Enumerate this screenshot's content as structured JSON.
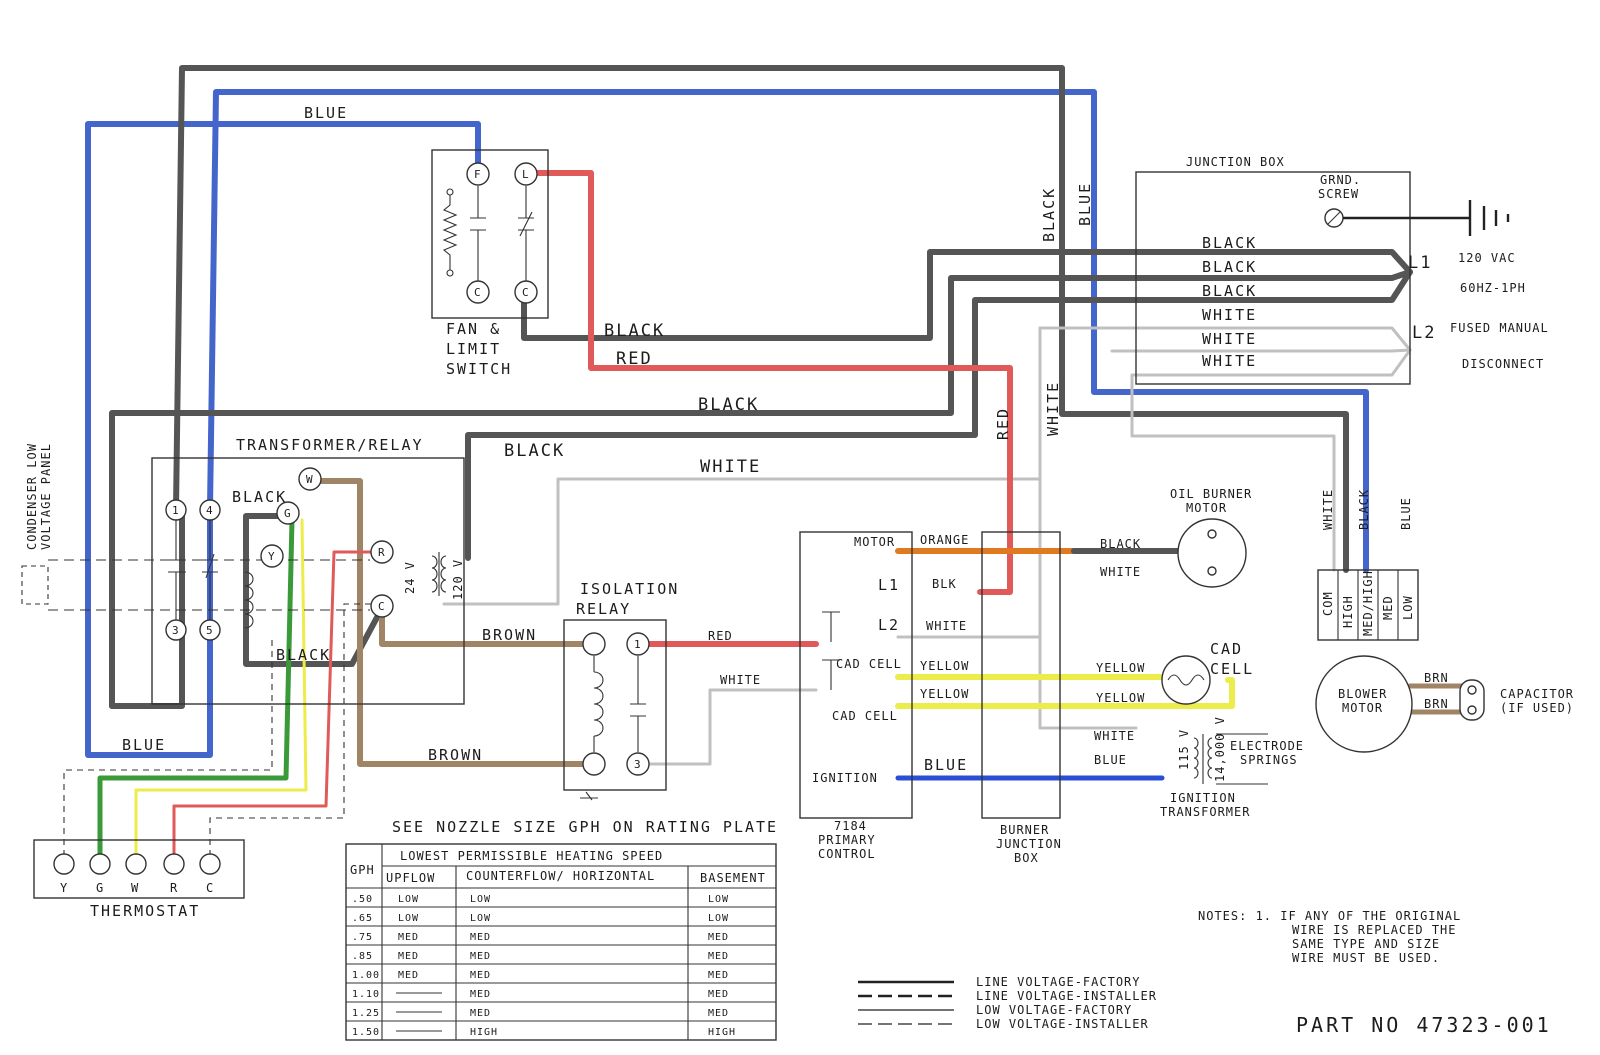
{
  "colors": {
    "blue": "#4466cc",
    "black": "#555555",
    "red": "#e05a5a",
    "brown": "#a08466",
    "orange": "#e07a20",
    "yellow": "#ecec4a",
    "white": "#c0c0c0",
    "green": "#3a9a3a",
    "bright_blue": "#2a4fd6"
  },
  "wire_labels": {
    "blue_top": "BLUE",
    "blue_bottom": "BLUE",
    "black_vertical": "BLACK",
    "blue_vertical": "BLUE",
    "black_fan": "BLACK",
    "red_fan": "RED",
    "black_mid": "BLACK",
    "black_trans": "BLACK",
    "white_mid": "WHITE",
    "red_vertical": "RED",
    "white_vertical": "WHITE",
    "black_coil": "BLACK",
    "black_relay_bottom": "BLACK",
    "brown_top": "BROWN",
    "brown_bottom": "BROWN",
    "red_iso": "RED",
    "white_iso": "WHITE"
  },
  "junction_box": {
    "title": "JUNCTION BOX",
    "ground": [
      "GRND.",
      "SCREW"
    ],
    "bundle": [
      "BLACK",
      "BLACK",
      "BLACK",
      "WHITE",
      "WHITE",
      "WHITE"
    ],
    "l1": "L1",
    "l2": "L2",
    "vac": "120 VAC",
    "hz": "60HZ-1PH",
    "fused": "FUSED MANUAL",
    "disconnect": "DISCONNECT"
  },
  "fan_limit": {
    "lines": [
      "FAN &",
      "LIMIT",
      "SWITCH"
    ],
    "terminals": [
      "F",
      "L",
      "C",
      "C"
    ]
  },
  "transformer": {
    "title": "TRANSFORMER/RELAY",
    "terminals": [
      "1",
      "4",
      "3",
      "5",
      "W",
      "G",
      "Y",
      "R",
      "C"
    ],
    "v24": "24 V",
    "v120": "120 V"
  },
  "condenser": [
    "CONDENSER LOW",
    "VOLTAGE PANEL"
  ],
  "isolation": {
    "lines": [
      "ISOLATION",
      "RELAY"
    ],
    "terminals": [
      "1",
      "3"
    ]
  },
  "primary": {
    "labels": [
      "MOTOR",
      "L1",
      "L2",
      "CAD CELL",
      "CAD CELL",
      "IGNITION"
    ],
    "caption": [
      "7184",
      "PRIMARY",
      "CONTROL"
    ],
    "wires": [
      "ORANGE",
      "BLK",
      "WHITE",
      "YELLOW",
      "YELLOW",
      "BLUE"
    ]
  },
  "burner_box": {
    "caption": [
      "BURNER",
      "JUNCTION",
      "BOX"
    ],
    "wires": [
      "BLACK",
      "WHITE",
      "YELLOW",
      "YELLOW",
      "WHITE",
      "BLUE"
    ]
  },
  "oil_motor": [
    "OIL BURNER",
    "MOTOR"
  ],
  "cad_cell": [
    "CAD",
    "CELL"
  ],
  "ignition": {
    "caption": [
      "IGNITION",
      "TRANSFORMER"
    ],
    "electrode": [
      "ELECTRODE",
      "SPRINGS"
    ],
    "v115": "115 V",
    "v14000": "14,000 V"
  },
  "blower": {
    "wires": [
      "WHITE",
      "BLACK",
      "BLUE"
    ],
    "speeds": [
      "COM",
      "HIGH",
      "MED/HIGH",
      "MED",
      "LOW"
    ],
    "motor": [
      "BLOWER",
      "MOTOR"
    ],
    "brn": [
      "BRN",
      "BRN"
    ],
    "capacitor": [
      "CAPACITOR",
      "(IF USED)"
    ]
  },
  "thermostat": {
    "title": "THERMOSTAT",
    "terminals": [
      "Y",
      "G",
      "W",
      "R",
      "C"
    ]
  },
  "nozzle": {
    "heading": "SEE NOZZLE SIZE GPH ON RATING PLATE",
    "table_title": "LOWEST PERMISSIBLE HEATING SPEED",
    "headers": [
      "GPH",
      "UPFLOW",
      "COUNTERFLOW/ HORIZONTAL",
      "BASEMENT"
    ],
    "rows": [
      [
        ".50",
        "LOW",
        "LOW",
        "LOW"
      ],
      [
        ".65",
        "LOW",
        "LOW",
        "LOW"
      ],
      [
        ".75",
        "MED",
        "MED",
        "MED"
      ],
      [
        ".85",
        "MED",
        "MED",
        "MED"
      ],
      [
        "1.00",
        "MED",
        "MED",
        "MED"
      ],
      [
        "1.10",
        "",
        "MED",
        "MED"
      ],
      [
        "1.25",
        "",
        "MED",
        "MED"
      ],
      [
        "1.50",
        "",
        "HIGH",
        "HIGH"
      ]
    ]
  },
  "legend": [
    "LINE VOLTAGE-FACTORY",
    "LINE VOLTAGE-INSTALLER",
    "LOW VOLTAGE-FACTORY",
    "LOW VOLTAGE-INSTALLER"
  ],
  "notes": [
    "NOTES: 1. IF ANY OF THE ORIGINAL",
    "WIRE IS REPLACED THE",
    "SAME TYPE AND SIZE",
    "WIRE MUST BE USED."
  ],
  "part": "PART NO   47323-001"
}
